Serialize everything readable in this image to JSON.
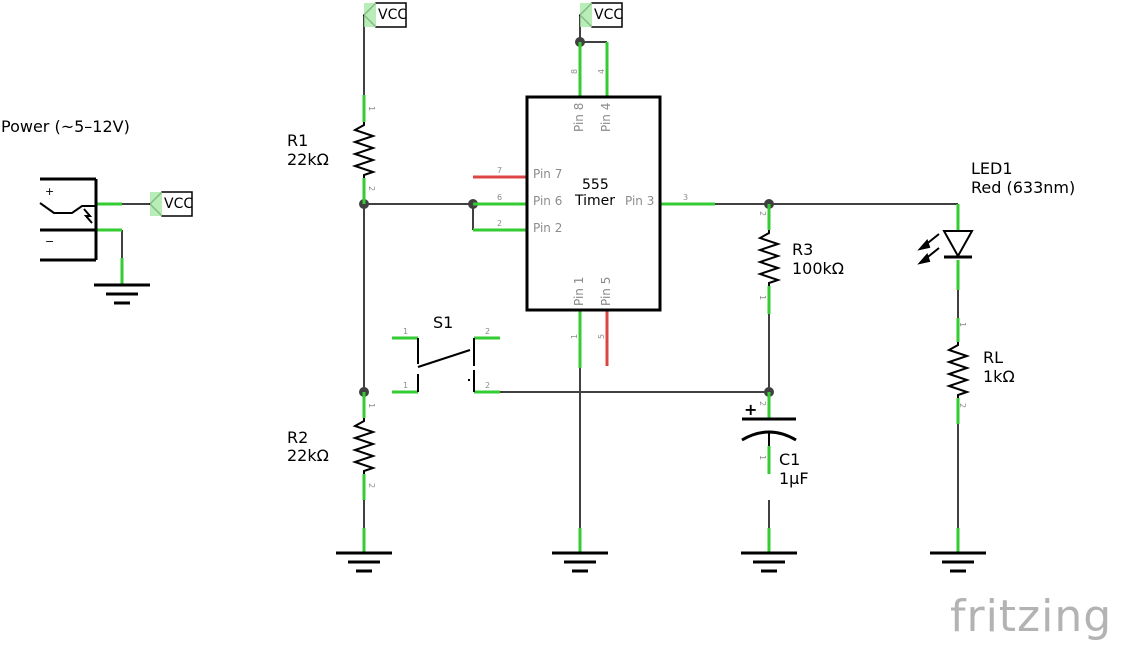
{
  "power": {
    "label": "Power (~5–12V)",
    "plus": "+",
    "minus": "−"
  },
  "nets": {
    "vcc": "VCC"
  },
  "r1": {
    "name": "R1",
    "value": "22kΩ",
    "pin_top": "1",
    "pin_bottom": "2"
  },
  "r2": {
    "name": "R2",
    "value": "22kΩ",
    "pin_top": "1",
    "pin_bottom": "2"
  },
  "r3": {
    "name": "R3",
    "value": "100kΩ",
    "pin_top": "2",
    "pin_bottom": "1"
  },
  "rl": {
    "name": "RL",
    "value": "1kΩ",
    "pin_top": "1",
    "pin_bottom": "2"
  },
  "c1": {
    "name": "C1",
    "value": "1µF",
    "pin_top": "2",
    "pin_bottom": "1",
    "polarity": "+"
  },
  "led1": {
    "name": "LED1",
    "value": "Red (633nm)"
  },
  "s1": {
    "name": "S1",
    "pins": [
      "1",
      "2",
      "1",
      "2"
    ]
  },
  "timer": {
    "title": "555",
    "subtitle": "Timer",
    "pins": {
      "p1": {
        "label": "Pin 1",
        "num": "1"
      },
      "p2": {
        "label": "Pin 2",
        "num": "2"
      },
      "p3": {
        "label": "Pin 3",
        "num": "3"
      },
      "p4": {
        "label": "Pin 4",
        "num": "4"
      },
      "p5": {
        "label": "Pin 5",
        "num": "5"
      },
      "p6": {
        "label": "Pin 6",
        "num": "6"
      },
      "p7": {
        "label": "Pin 7",
        "num": "7"
      },
      "p8": {
        "label": "Pin 8",
        "num": "8"
      }
    }
  },
  "brand": "fritzing",
  "colors": {
    "wire": "#404040",
    "pin": "#33cc33",
    "unconnected": "#dd4444",
    "net_label_bg": "#a6e8a6",
    "brand": "#b3b3b3"
  }
}
